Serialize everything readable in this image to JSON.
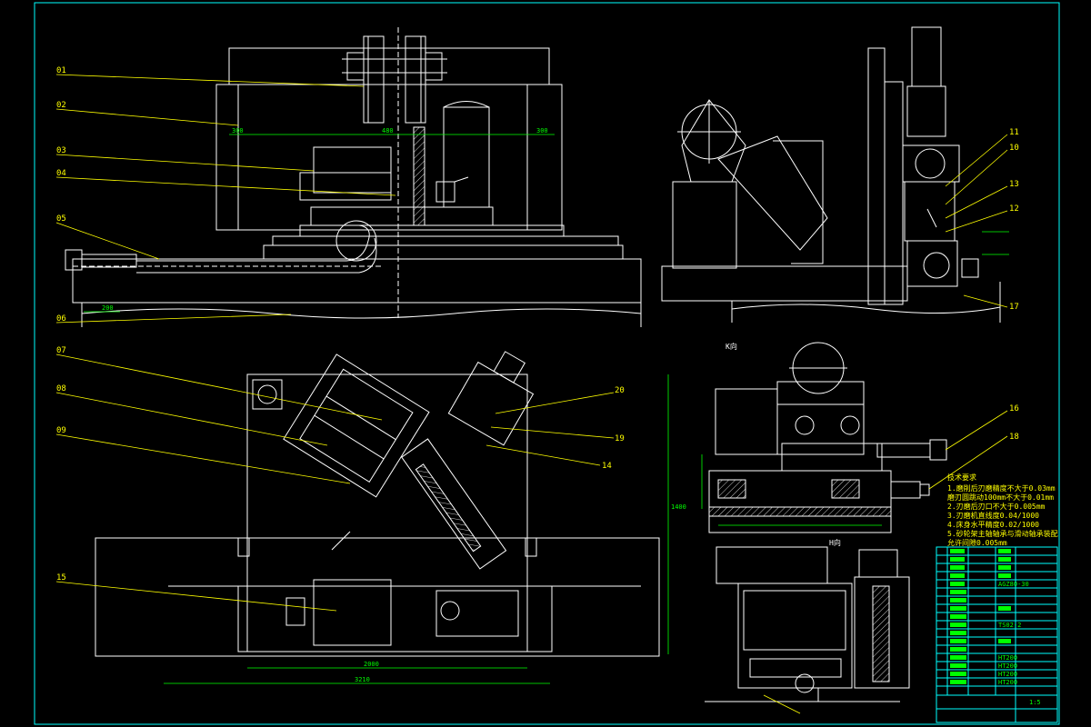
{
  "views": {
    "k_view_label": "K向",
    "h_view_label": "H向"
  },
  "notes": {
    "heading": "技术要求",
    "lines": [
      "1.磨削后刃磨精度不大于0.03mm",
      "  磨刃圆跳动100mm不大于0.01mm",
      "2.刃磨后刃口不大于0.005mm",
      "3.刃磨机直线度0.04/1000",
      "4.床身水平精度0.02/1000",
      "5.砂轮架主轴轴承与滑动轴承装配",
      "  允许间隙0.005mm"
    ]
  },
  "title_block": {
    "model": "AGZ80-30",
    "drawing_no": "TS02-2",
    "scale": "1:5",
    "material_rows": [
      "HT200",
      "HT200",
      "HT200",
      "HT200"
    ]
  },
  "colors": {
    "background": "#000000",
    "frame": "#00ffff",
    "geometry": "#ffffff",
    "leaders": "#ffff00",
    "dimensions": "#00ff00"
  }
}
